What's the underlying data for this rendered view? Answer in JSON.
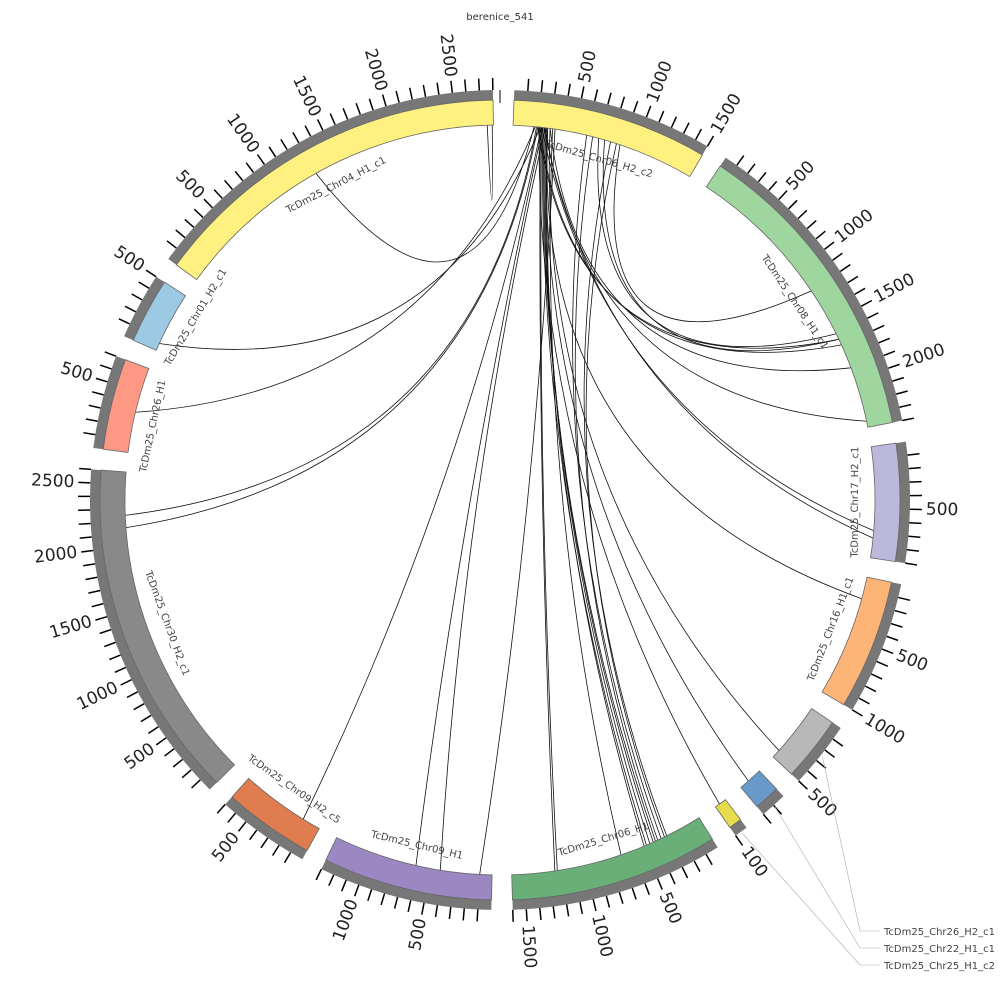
{
  "title": "berenice_541",
  "tick_step": 100,
  "segments": [
    {
      "name": "TcDm25_Chr06_H2_c2",
      "length": 1500,
      "color": "#fff17f"
    },
    {
      "name": "TcDm25_Chr08_H1_c1",
      "length": 2400,
      "color": "#9fd59f"
    },
    {
      "name": "TcDm25_Chr17_H2_c1",
      "length": 900,
      "color": "#bcb8db"
    },
    {
      "name": "TcDm25_Chr16_H1_c1",
      "length": 1000,
      "color": "#fdb477"
    },
    {
      "name": "TcDm25_Chr26_H2_c1",
      "length": 500,
      "color": "#b8b8b8"
    },
    {
      "name": "TcDm25_Chr22_H1_c1",
      "length": 200,
      "color": "#6899c9"
    },
    {
      "name": "TcDm25_Chr25_H1_c2",
      "length": 100,
      "color": "#e7dc4c"
    },
    {
      "name": "TcDm25_Chr06_H1",
      "length": 1600,
      "color": "#6aaf78"
    },
    {
      "name": "TcDm25_Chr09_H1",
      "length": 1300,
      "color": "#9b88c3"
    },
    {
      "name": "TcDm25_Chr09_H2_c5",
      "length": 700,
      "color": "#e07d4e"
    },
    {
      "name": "TcDm25_Chr30_H2_c1",
      "length": 2600,
      "color": "#898989"
    },
    {
      "name": "TcDm25_Chr26_H1",
      "length": 700,
      "color": "#fc9884"
    },
    {
      "name": "TcDm25_Chr01_H2_c1",
      "length": 500,
      "color": "#9ccae5"
    },
    {
      "name": "TcDm25_Chr04_H1_c1",
      "length": 2800,
      "color": "#fff17f"
    }
  ],
  "links": [
    [
      [
        0,
        220
      ],
      [
        7,
        1250
      ]
    ],
    [
      [
        0,
        230
      ],
      [
        7,
        1230
      ]
    ],
    [
      [
        0,
        250
      ],
      [
        7,
        400
      ]
    ],
    [
      [
        0,
        260
      ],
      [
        7,
        420
      ]
    ],
    [
      [
        0,
        270
      ],
      [
        7,
        450
      ]
    ],
    [
      [
        0,
        240
      ],
      [
        7,
        480
      ]
    ],
    [
      [
        0,
        280
      ],
      [
        7,
        500
      ]
    ],
    [
      [
        0,
        200
      ],
      [
        1,
        1650
      ]
    ],
    [
      [
        0,
        210
      ],
      [
        1,
        1700
      ]
    ],
    [
      [
        0,
        300
      ],
      [
        1,
        1900
      ]
    ],
    [
      [
        0,
        260
      ],
      [
        1,
        2350
      ]
    ],
    [
      [
        0,
        230
      ],
      [
        2,
        680
      ]
    ],
    [
      [
        0,
        250
      ],
      [
        2,
        740
      ]
    ],
    [
      [
        0,
        280
      ],
      [
        3,
        180
      ]
    ],
    [
      [
        0,
        300
      ],
      [
        4,
        430
      ]
    ],
    [
      [
        0,
        270
      ],
      [
        5,
        120
      ]
    ],
    [
      [
        0,
        210
      ],
      [
        6,
        60
      ]
    ],
    [
      [
        0,
        190
      ],
      [
        10,
        2250
      ]
    ],
    [
      [
        0,
        200
      ],
      [
        10,
        2150
      ]
    ],
    [
      [
        0,
        180
      ],
      [
        11,
        330
      ]
    ],
    [
      [
        0,
        220
      ],
      [
        12,
        60
      ]
    ],
    [
      [
        0,
        240
      ],
      [
        8,
        620
      ]
    ],
    [
      [
        0,
        260
      ],
      [
        8,
        420
      ]
    ],
    [
      [
        0,
        230
      ],
      [
        9,
        150
      ]
    ],
    [
      [
        0,
        170
      ],
      [
        13,
        1300
      ]
    ],
    [
      [
        0,
        600
      ],
      [
        7,
        350
      ]
    ],
    [
      [
        0,
        650
      ],
      [
        7,
        380
      ]
    ],
    [
      [
        0,
        700
      ],
      [
        1,
        1600
      ]
    ],
    [
      [
        0,
        750
      ],
      [
        1,
        1650
      ]
    ],
    [
      [
        0,
        800
      ],
      [
        7,
        300
      ]
    ],
    [
      [
        0,
        850
      ],
      [
        7,
        320
      ]
    ],
    [
      [
        0,
        880
      ],
      [
        1,
        1200
      ]
    ],
    [
      [
        13,
        2750
      ],
      [
        13,
        2790
      ]
    ],
    [
      [
        0,
        320
      ],
      [
        7,
        700
      ]
    ],
    [
      [
        0,
        340
      ],
      [
        8,
        100
      ]
    ]
  ]
}
